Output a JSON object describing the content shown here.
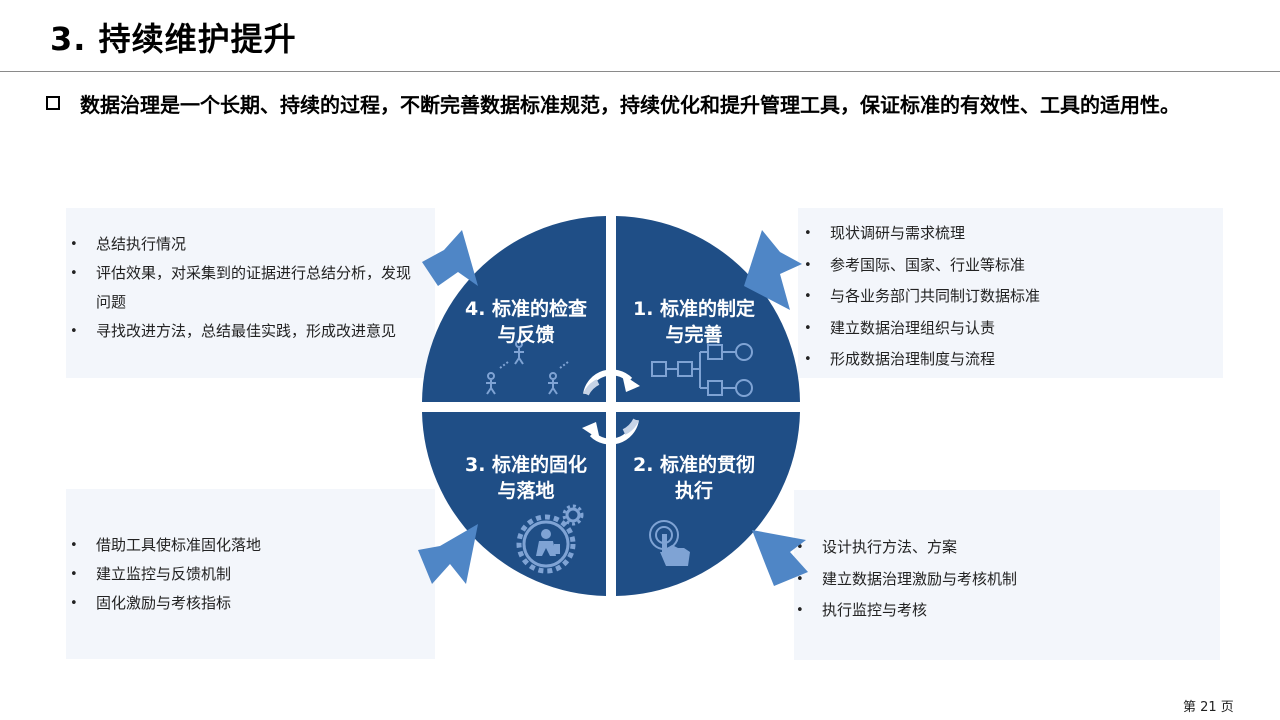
{
  "title": "3. 持续维护提升",
  "intro": "数据治理是一个长期、持续的过程，不断完善数据标准规范，持续优化和提升管理工具，保证标准的有效性、工具的适用性。",
  "quadrants": {
    "q1": "1. 标准的制定与完善",
    "q2": "2. 标准的贯彻执行",
    "q3": "3. 标准的固化与落地",
    "q4": "4. 标准的检查与反馈"
  },
  "boxes": {
    "top_left": [
      "总结执行情况",
      "评估效果，对采集到的证据进行总结分析，发现问题",
      "寻找改进方法，总结最佳实践，形成改进意见"
    ],
    "top_right": [
      "现状调研与需求梳理",
      "参考国际、国家、行业等标准",
      "与各业务部门共同制订数据标准",
      "建立数据治理组织与认责",
      "形成数据治理制度与流程"
    ],
    "bottom_left": [
      "借助工具使标准固化落地",
      "建立监控与反馈机制",
      "固化激励与考核指标"
    ],
    "bottom_right": [
      "设计执行方法、方案",
      "建立数据治理激励与考核机制",
      "执行监控与考核"
    ]
  },
  "page_number": "第 21 页",
  "colors": {
    "quadrant": "#1f4e86",
    "arrow": "#4f86c6",
    "box_bg": "#f3f6fb"
  },
  "icons": {
    "q1": "flowchart-icon",
    "q2": "touch-icon",
    "q3": "gear-person-icon",
    "q4": "people-inspection-icon",
    "center": "cycle-arrows-icon"
  }
}
